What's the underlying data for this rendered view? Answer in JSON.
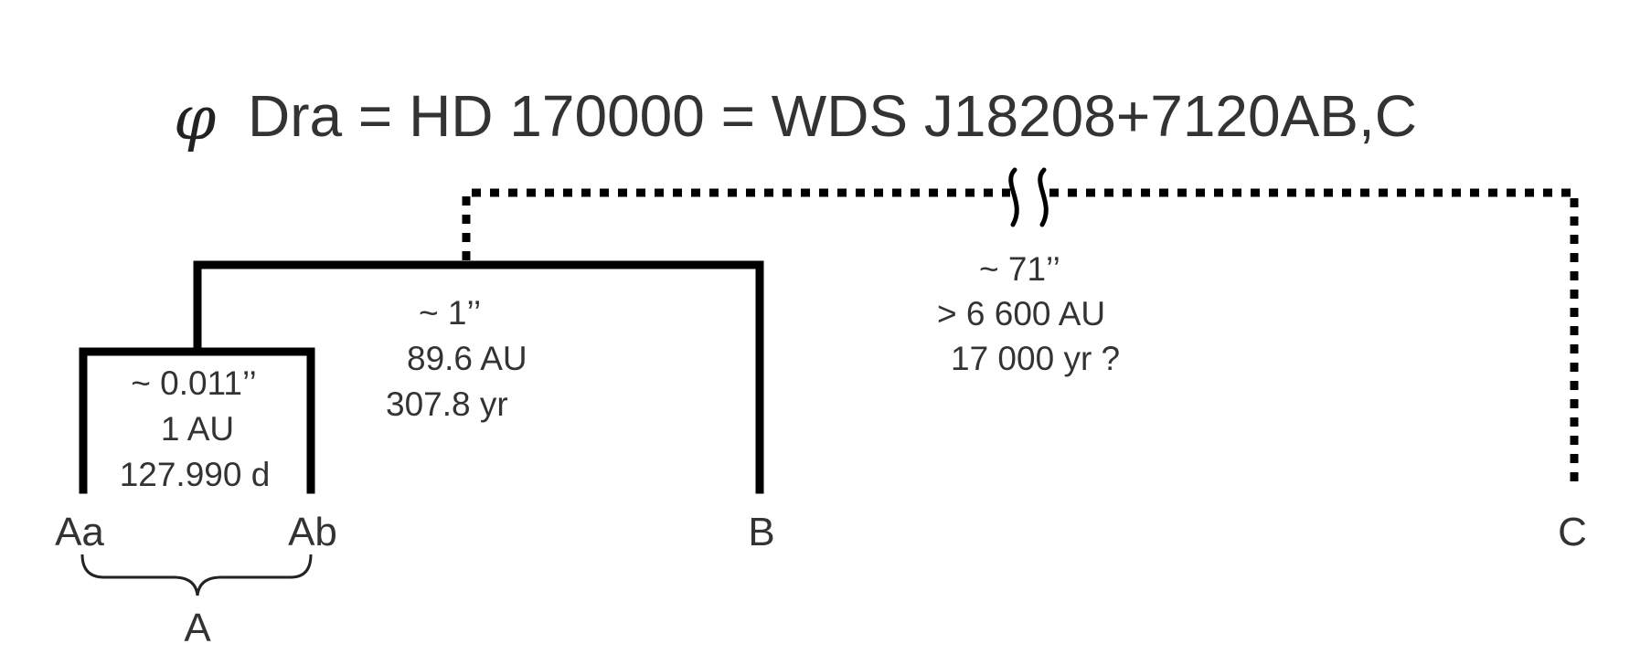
{
  "title": {
    "symbol": "φ",
    "text": "Dra = HD 170000 = WDS J18208+7120AB,C"
  },
  "components": {
    "aa": "Aa",
    "ab": "Ab",
    "a": "A",
    "b": "B",
    "c": "C"
  },
  "orbits": {
    "aa_ab": {
      "separation": "~ 0.011’’",
      "distance": "1 AU",
      "period": "127.990 d"
    },
    "a_b": {
      "separation": "~ 1’’",
      "distance": "89.6 AU",
      "period": "307.8 yr"
    },
    "ab_c": {
      "separation": "~ 71’’",
      "distance": "> 6 600 AU",
      "period": "17 000 yr ?"
    }
  }
}
